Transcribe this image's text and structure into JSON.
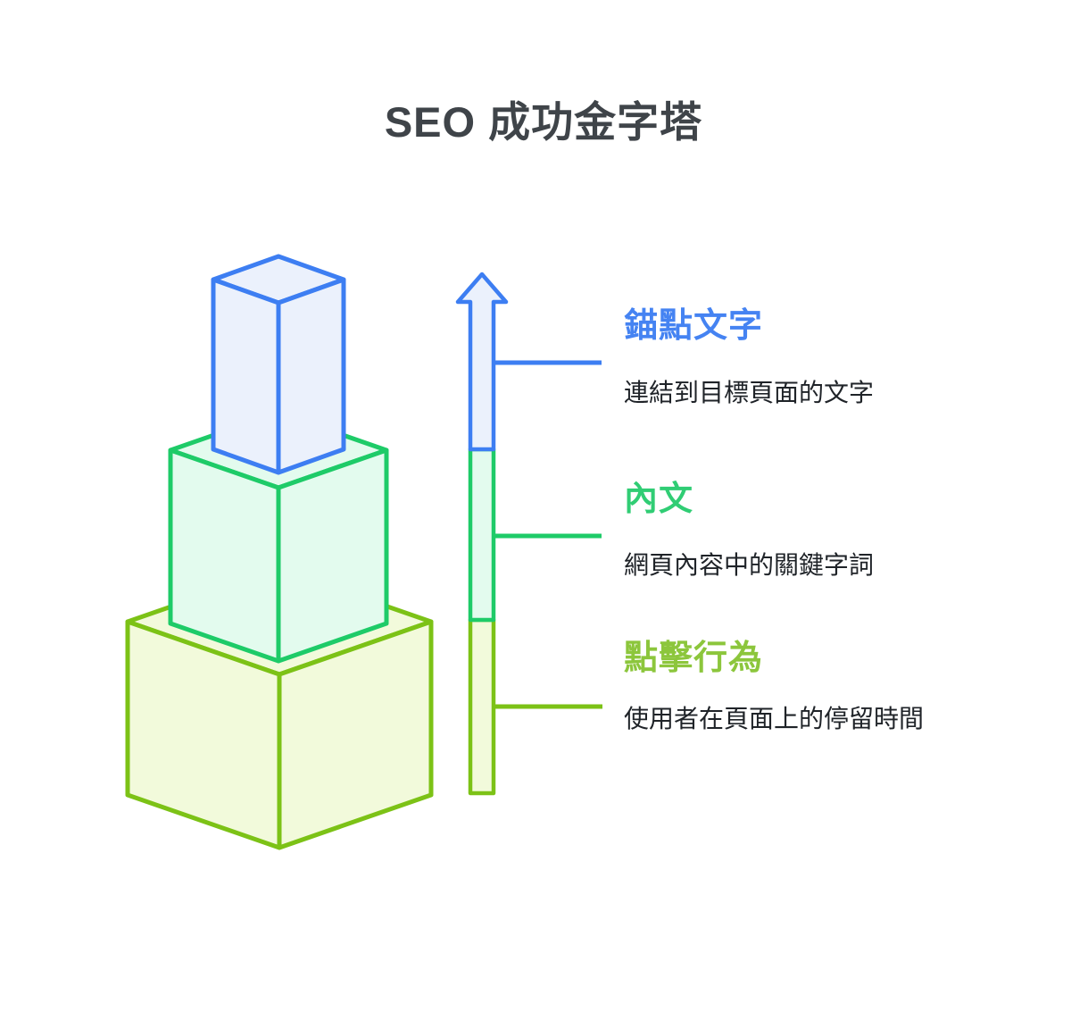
{
  "title": "SEO 成功金字塔",
  "theme": {
    "background": "#ffffff",
    "title_color": "#3f4449",
    "description_text_color": "#1f2328"
  },
  "levels": [
    {
      "id": "anchor-text",
      "heading": "錨點文字",
      "description": "連結到目標頁面的文字",
      "accent_color": "#4583f2",
      "block_stroke": "#3d7ef2",
      "block_fill": "#ebf1fc",
      "pyramid_position": "top"
    },
    {
      "id": "content-text",
      "heading": "內文",
      "description": "網頁內容中的關鍵字詞",
      "accent_color": "#30cd74",
      "block_stroke": "#1ecb68",
      "block_fill": "#e3fbee",
      "pyramid_position": "middle"
    },
    {
      "id": "click-behavior",
      "heading": "點擊行為",
      "description": "使用者在頁面上的停留時間",
      "accent_color": "#8cc63c",
      "block_stroke": "#7cc216",
      "block_fill": "#f2fadb",
      "pyramid_position": "bottom"
    }
  ]
}
